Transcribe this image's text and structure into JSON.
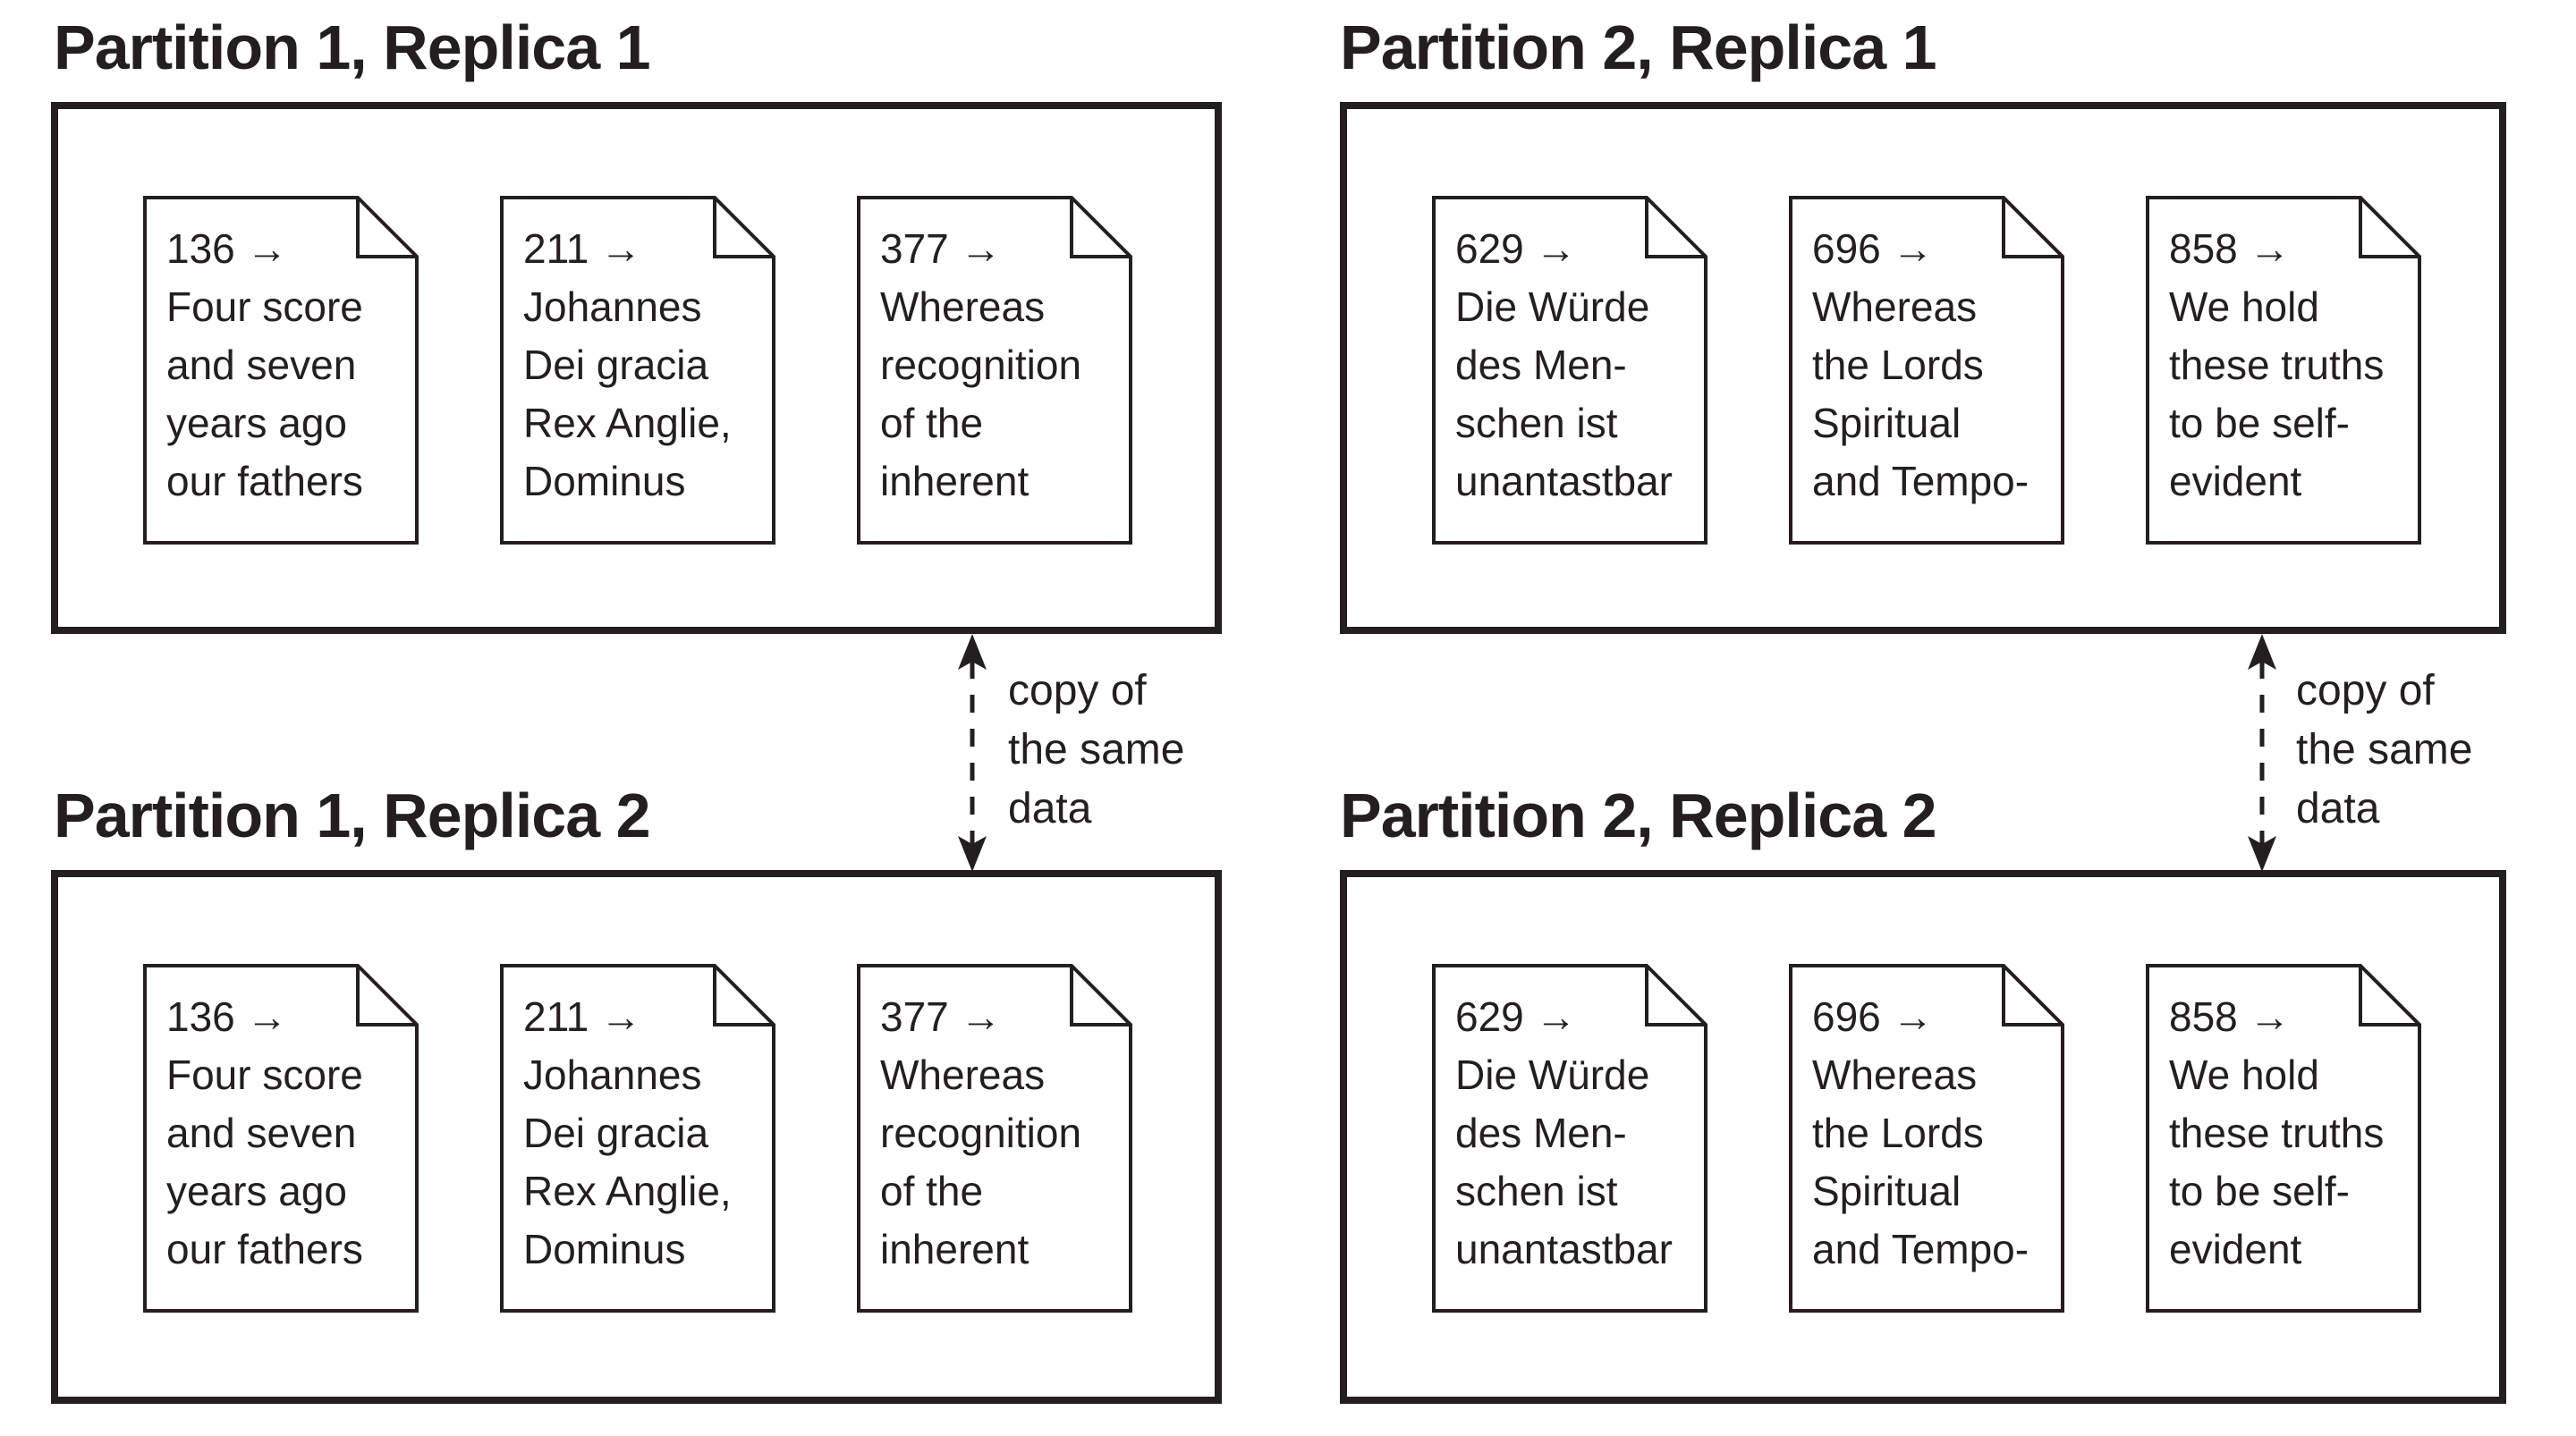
{
  "page": {
    "background": "#ffffff",
    "ink_color": "#231f20"
  },
  "panels": [
    {
      "title": "Partition 1, Replica 1",
      "documents": [
        {
          "lines": [
            "136 →",
            "Four score",
            "and seven",
            "years ago",
            "our fathers"
          ]
        },
        {
          "lines": [
            "211 →",
            "Johannes",
            "Dei gracia",
            "Rex Anglie,",
            "Dominus"
          ]
        },
        {
          "lines": [
            "377 →",
            "Whereas",
            "recognition",
            "of the",
            "inherent"
          ]
        }
      ]
    },
    {
      "title": "Partition 2, Replica 1",
      "documents": [
        {
          "lines": [
            "629 →",
            "Die Würde",
            "des Men-",
            "schen ist",
            "unantastbar"
          ]
        },
        {
          "lines": [
            "696 →",
            "Whereas",
            "the Lords",
            "Spiritual",
            "and Tempo-"
          ]
        },
        {
          "lines": [
            "858 →",
            "We hold",
            "these truths",
            "to be self-",
            "evident"
          ]
        }
      ]
    },
    {
      "title": "Partition 1, Replica 2",
      "documents": [
        {
          "lines": [
            "136 →",
            "Four score",
            "and seven",
            "years ago",
            "our fathers"
          ]
        },
        {
          "lines": [
            "211 →",
            "Johannes",
            "Dei gracia",
            "Rex Anglie,",
            "Dominus"
          ]
        },
        {
          "lines": [
            "377 →",
            "Whereas",
            "recognition",
            "of the",
            "inherent"
          ]
        }
      ]
    },
    {
      "title": "Partition 2, Replica 2",
      "documents": [
        {
          "lines": [
            "629 →",
            "Die Würde",
            "des Men-",
            "schen ist",
            "unantastbar"
          ]
        },
        {
          "lines": [
            "696 →",
            "Whereas",
            "the Lords",
            "Spiritual",
            "and Tempo-"
          ]
        },
        {
          "lines": [
            "858 →",
            "We hold",
            "these truths",
            "to be self-",
            "evident"
          ]
        }
      ]
    }
  ],
  "connectors": [
    {
      "label_lines": [
        "copy of",
        "the same",
        "data"
      ]
    },
    {
      "label_lines": [
        "copy of",
        "the same",
        "data"
      ]
    }
  ]
}
